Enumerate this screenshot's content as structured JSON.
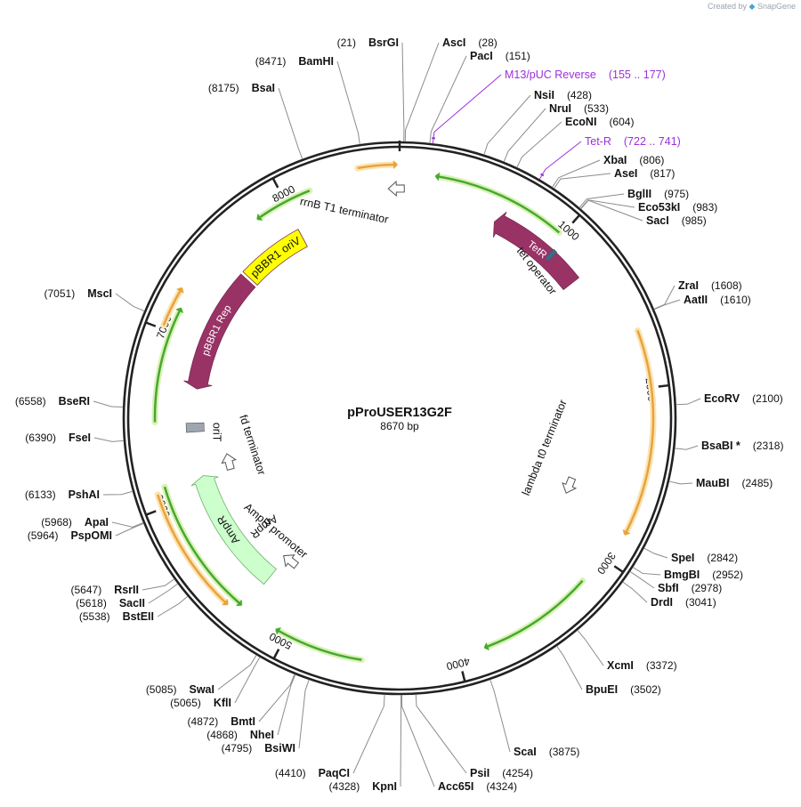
{
  "app": {
    "credit_prefix": "Created by",
    "credit_brand": "SnapGene"
  },
  "plasmid": {
    "name": "pProUSER13G2F",
    "length_label": "8670 bp",
    "length": 8670
  },
  "ticks": [
    {
      "pos": 1000,
      "label": "1000"
    },
    {
      "pos": 2000,
      "label": "2000"
    },
    {
      "pos": 3000,
      "label": "3000"
    },
    {
      "pos": 4000,
      "label": "4000"
    },
    {
      "pos": 5000,
      "label": "5000"
    },
    {
      "pos": 6000,
      "label": "6000"
    },
    {
      "pos": 7000,
      "label": "7000"
    },
    {
      "pos": 8000,
      "label": "8000"
    }
  ],
  "sites": [
    {
      "name": "BsrGI",
      "pos_label": "(21)",
      "pos": 21,
      "order": "pos-first"
    },
    {
      "name": "AscI",
      "pos_label": "(28)",
      "pos": 28
    },
    {
      "name": "PacI",
      "pos_label": "(151)",
      "pos": 151
    },
    {
      "name": "M13/pUC Reverse",
      "pos_label": "(155 .. 177)",
      "pos": 166,
      "primer": true
    },
    {
      "name": "NsiI",
      "pos_label": "(428)",
      "pos": 428
    },
    {
      "name": "NruI",
      "pos_label": "(533)",
      "pos": 533
    },
    {
      "name": "EcoNI",
      "pos_label": "(604)",
      "pos": 604
    },
    {
      "name": "Tet-R",
      "pos_label": "(722 .. 741)",
      "pos": 731,
      "primer": true
    },
    {
      "name": "XbaI",
      "pos_label": "(806)",
      "pos": 806
    },
    {
      "name": "AseI",
      "pos_label": "(817)",
      "pos": 817
    },
    {
      "name": "BglII",
      "pos_label": "(975)",
      "pos": 975
    },
    {
      "name": "Eco53kI",
      "pos_label": "(983)",
      "pos": 983
    },
    {
      "name": "SacI",
      "pos_label": "(985)",
      "pos": 985
    },
    {
      "name": "ZraI",
      "pos_label": "(1608)",
      "pos": 1608
    },
    {
      "name": "AatII",
      "pos_label": "(1610)",
      "pos": 1610
    },
    {
      "name": "EcoRV",
      "pos_label": "(2100)",
      "pos": 2100
    },
    {
      "name": "BsaBI *",
      "pos_label": "(2318)",
      "pos": 2318
    },
    {
      "name": "MauBI",
      "pos_label": "(2485)",
      "pos": 2485
    },
    {
      "name": "SpeI",
      "pos_label": "(2842)",
      "pos": 2842
    },
    {
      "name": "BmgBI",
      "pos_label": "(2952)",
      "pos": 2952
    },
    {
      "name": "SbfI",
      "pos_label": "(2978)",
      "pos": 2978
    },
    {
      "name": "DrdI",
      "pos_label": "(3041)",
      "pos": 3041
    },
    {
      "name": "XcmI",
      "pos_label": "(3372)",
      "pos": 3372
    },
    {
      "name": "BpuEI",
      "pos_label": "(3502)",
      "pos": 3502
    },
    {
      "name": "ScaI",
      "pos_label": "(3875)",
      "pos": 3875
    },
    {
      "name": "PsiI",
      "pos_label": "(4254)",
      "pos": 4254
    },
    {
      "name": "Acc65I",
      "pos_label": "(4324)",
      "pos": 4324
    },
    {
      "name": "KpnI",
      "pos_label": "(4328)",
      "pos": 4328,
      "order": "pos-first"
    },
    {
      "name": "PaqCI",
      "pos_label": "(4410)",
      "pos": 4410,
      "order": "pos-first"
    },
    {
      "name": "BsiWI",
      "pos_label": "(4795)",
      "pos": 4795,
      "order": "pos-first"
    },
    {
      "name": "NheI",
      "pos_label": "(4868)",
      "pos": 4868,
      "order": "pos-first"
    },
    {
      "name": "BmtI",
      "pos_label": "(4872)",
      "pos": 4872,
      "order": "pos-first"
    },
    {
      "name": "KflI",
      "pos_label": "(5065)",
      "pos": 5065,
      "order": "pos-first"
    },
    {
      "name": "SwaI",
      "pos_label": "(5085)",
      "pos": 5085,
      "order": "pos-first"
    },
    {
      "name": "BstEII",
      "pos_label": "(5538)",
      "pos": 5538,
      "order": "pos-first"
    },
    {
      "name": "SacII",
      "pos_label": "(5618)",
      "pos": 5618,
      "order": "pos-first"
    },
    {
      "name": "RsrII",
      "pos_label": "(5647)",
      "pos": 5647,
      "order": "pos-first"
    },
    {
      "name": "PspOMI",
      "pos_label": "(5964)",
      "pos": 5964,
      "order": "pos-first"
    },
    {
      "name": "ApaI",
      "pos_label": "(5968)",
      "pos": 5968,
      "order": "pos-first"
    },
    {
      "name": "PshAI",
      "pos_label": "(6133)",
      "pos": 6133,
      "order": "pos-first"
    },
    {
      "name": "FseI",
      "pos_label": "(6390)",
      "pos": 6390,
      "order": "pos-first"
    },
    {
      "name": "BseRI",
      "pos_label": "(6558)",
      "pos": 6558,
      "order": "pos-first"
    },
    {
      "name": "MscI",
      "pos_label": "(7051)",
      "pos": 7051,
      "order": "pos-first"
    },
    {
      "name": "BsaI",
      "pos_label": "(8175)",
      "pos": 8175,
      "order": "pos-first"
    },
    {
      "name": "BamHI",
      "pos_label": "(8471)",
      "pos": 8471,
      "order": "pos-first"
    }
  ],
  "features": [
    {
      "name": "TetR",
      "type": "cds",
      "start": 620,
      "end": 1250,
      "strand": -1,
      "color": "#993366"
    },
    {
      "name": "tet operator",
      "type": "misc",
      "start": 1020,
      "end": 1045,
      "color": "#2f6f8f"
    },
    {
      "name": "rrnB T1 terminator",
      "type": "terminator",
      "pos": 8650
    },
    {
      "name": "pBBR1 oriV",
      "type": "ori",
      "start": 7540,
      "end": 7990,
      "color": "#ffff00"
    },
    {
      "name": "pBBR1 Rep",
      "type": "cds",
      "start": 6700,
      "end": 7520,
      "strand": -1,
      "color": "#993366"
    },
    {
      "name": "oriT",
      "type": "misc",
      "start": 6410,
      "end": 6470,
      "color": "#a0a6b0"
    },
    {
      "name": "fd terminator",
      "type": "terminator",
      "pos": 6160
    },
    {
      "name": "AmpR",
      "type": "cds",
      "start": 5280,
      "end": 6110,
      "strand": 1,
      "color": "#ccffcc"
    },
    {
      "name": "AmpR promoter",
      "type": "promoter",
      "pos": 5240
    },
    {
      "name": "lambda t0 terminator",
      "type": "terminator",
      "pos": 2690
    }
  ],
  "outer_arcs": [
    {
      "start": 8440,
      "end": 8660,
      "strand": 1,
      "kind": "orange"
    },
    {
      "start": 1680,
      "end": 2830,
      "strand": 1,
      "kind": "orange"
    },
    {
      "start": 7020,
      "end": 7250,
      "strand": 1,
      "kind": "orange"
    },
    {
      "start": 5360,
      "end": 6080,
      "strand": -1,
      "kind": "orange"
    },
    {
      "start": 200,
      "end": 980,
      "strand": -1,
      "kind": "green"
    },
    {
      "start": 7810,
      "end": 8150,
      "strand": -1,
      "kind": "green"
    },
    {
      "start": 6480,
      "end": 7150,
      "strand": 1,
      "kind": "green"
    },
    {
      "start": 5300,
      "end": 6110,
      "strand": -1,
      "kind": "green"
    },
    {
      "start": 4550,
      "end": 5070,
      "strand": 1,
      "kind": "green"
    },
    {
      "start": 3170,
      "end": 3850,
      "strand": 1,
      "kind": "green"
    }
  ],
  "colors": {
    "backbone": "#222222",
    "primer": "#9b30d9",
    "orange_arc": "#e8a33c",
    "green_arc": "#45a834",
    "glow_orange": "#fbe3b2",
    "glow_green": "#d9f2b3",
    "leader": "#8c8c8c"
  }
}
